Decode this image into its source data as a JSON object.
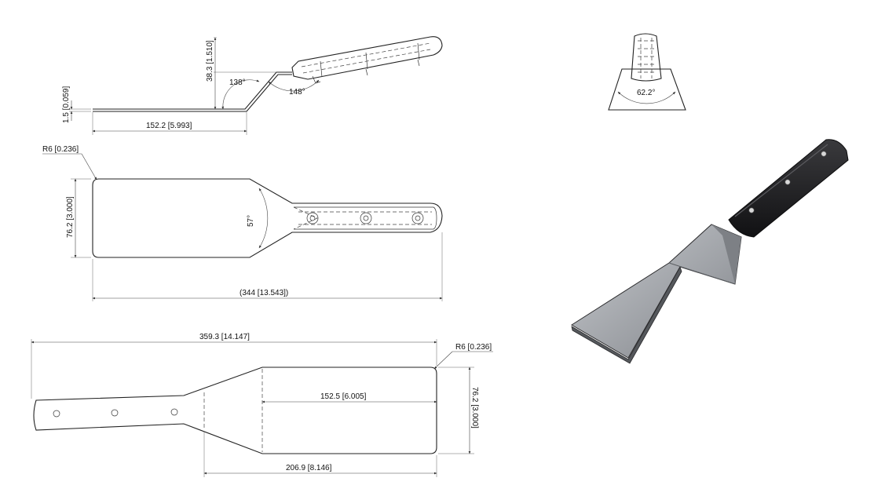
{
  "drawing": {
    "side_view": {
      "height_dim": "38.3 [1.510]",
      "thickness_dim": "1.5 [0.059]",
      "blade_length_dim": "152.2 [5.993]",
      "angle_inner": "138°",
      "angle_outer": "148°"
    },
    "end_view": {
      "angle": "62.2°"
    },
    "top_view": {
      "radius_dim": "R6 [0.236]",
      "width_dim": "76.2 [3.000]",
      "taper_angle": "57°",
      "overall_length_dim": "(344 [13.543])"
    },
    "flat_view": {
      "total_length_dim": "359.3 [14.147]",
      "radius_dim": "R6 [0.236]",
      "blade_length_dim": "152.5 [6.005]",
      "width_dim": "76.2 [3.000]",
      "head_length_dim": "206.9 [8.146]"
    }
  },
  "colors": {
    "line": "#222222",
    "blade_light": "#b9bcc0",
    "blade_dark": "#6f7276",
    "handle": "#1c1c1e"
  }
}
